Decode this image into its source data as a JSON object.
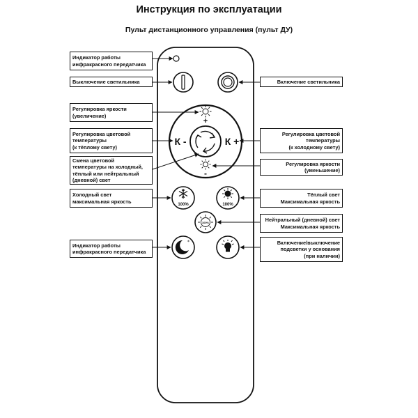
{
  "title": "Инструкция по эксплуатации",
  "subtitle": "Пульт дистанционного управления (пульт ДУ)",
  "labels": {
    "ir_indicator_top": "Индикатор работы\nинфракрасного передатчика",
    "power_off": "Выключение светильника",
    "power_on": "Включение светильника",
    "brightness_up": "Регулировка яркости\n(увеличение)",
    "temp_warm": "Регулировка цветовой\nтемпературы\n(к тёплому свету)",
    "temp_cold": "Регулировка цветовой\nтемпературы\n(к холодному свету)",
    "temp_cycle": "Смена цветовой\nтемпературы на холодный,\nтёплый или нейтральный\n(дневной) свет",
    "brightness_down": "Регулировка яркости\n(уменьшение)",
    "cold_max": "Холодный свет\nмаксимальная яркость",
    "warm_max": "Тёплый свет\nМаксимальная яркость",
    "neutral_max": "Нейтральный (дневной) свет\nМаксимальная яркость",
    "night_mode": "Индикатор работы\nинфракрасного передатчика",
    "backlight": "Включение/выключение\nподсветки у основания\n(при наличии)"
  },
  "buttons": {
    "k_minus": "К -",
    "k_plus": "К +",
    "plus": "+",
    "minus": "-",
    "cold_percent": "100%",
    "warm_percent": "100%",
    "neutral_percent": "100%"
  }
}
